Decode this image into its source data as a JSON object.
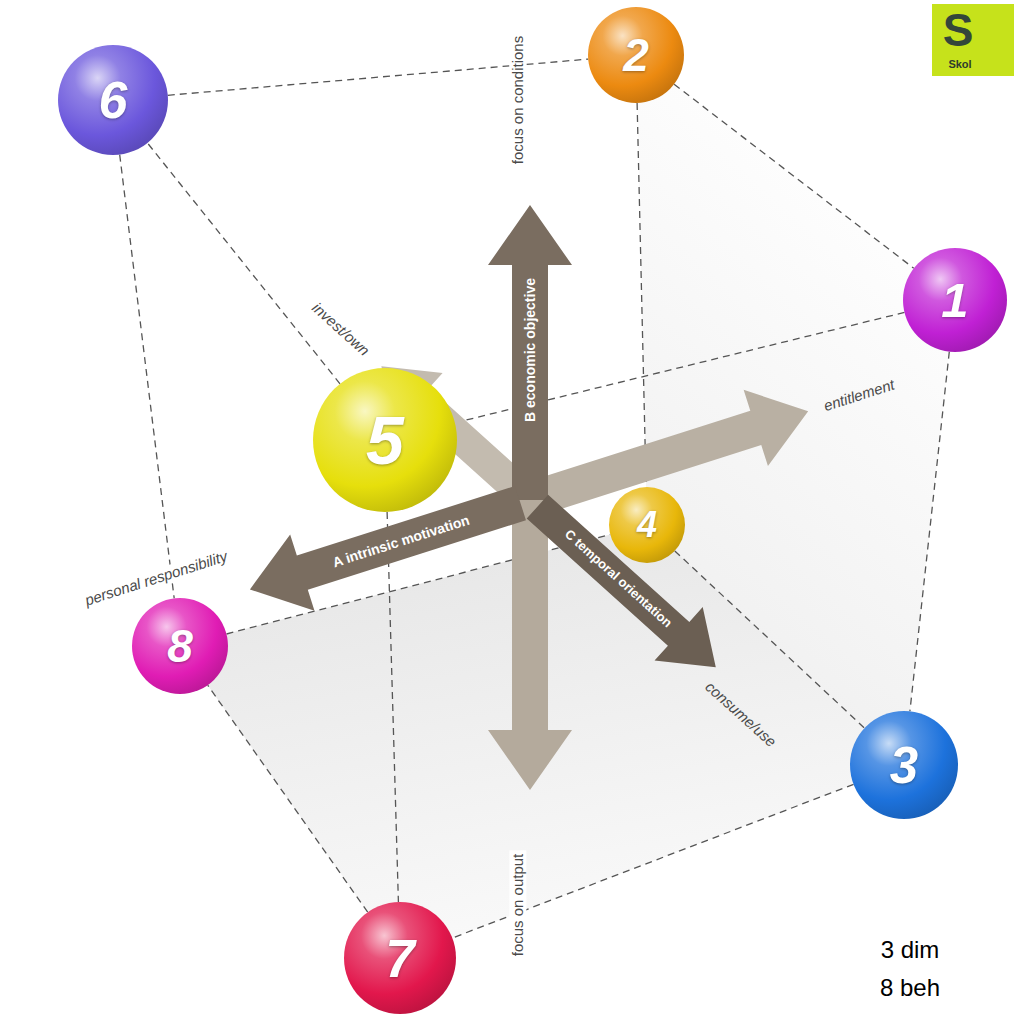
{
  "diagram": {
    "nodes": [
      {
        "text": [
          "1"
        ]
      },
      {
        "text": [
          "2"
        ]
      },
      {
        "text": [
          "3"
        ]
      },
      {
        "text": [
          "4"
        ]
      },
      {
        "text": [
          "5"
        ]
      },
      {
        "text": [
          "6"
        ]
      },
      {
        "text": [
          "7"
        ]
      },
      {
        "text": [
          "8"
        ]
      }
    ],
    "edges": [
      {
        "from": 5,
        "to": 1,
        "arrow": "none"
      },
      {
        "from": 1,
        "to": 0,
        "arrow": "none"
      },
      {
        "from": 0,
        "to": 4,
        "arrow": "none"
      },
      {
        "from": 4,
        "to": 5,
        "arrow": "none"
      },
      {
        "from": 7,
        "to": 3,
        "arrow": "none"
      },
      {
        "from": 3,
        "to": 2,
        "arrow": "none"
      },
      {
        "from": 2,
        "to": 6,
        "arrow": "none"
      },
      {
        "from": 6,
        "to": 7,
        "arrow": "none"
      },
      {
        "from": 5,
        "to": 7,
        "arrow": "none"
      },
      {
        "from": 1,
        "to": 3,
        "arrow": "none"
      },
      {
        "from": 0,
        "to": 2,
        "arrow": "none"
      },
      {
        "from": 4,
        "to": 6,
        "arrow": "none"
      }
    ],
    "labels": [
      "focus on conditions",
      "B economic objective",
      "invest/own",
      "entitlement",
      "A intrinsic motivation",
      "personal responsibility",
      "C temporal orientation",
      "consume/use",
      "focus on output",
      "S",
      "Skol",
      "3 dim",
      "8 beh"
    ]
  }
}
